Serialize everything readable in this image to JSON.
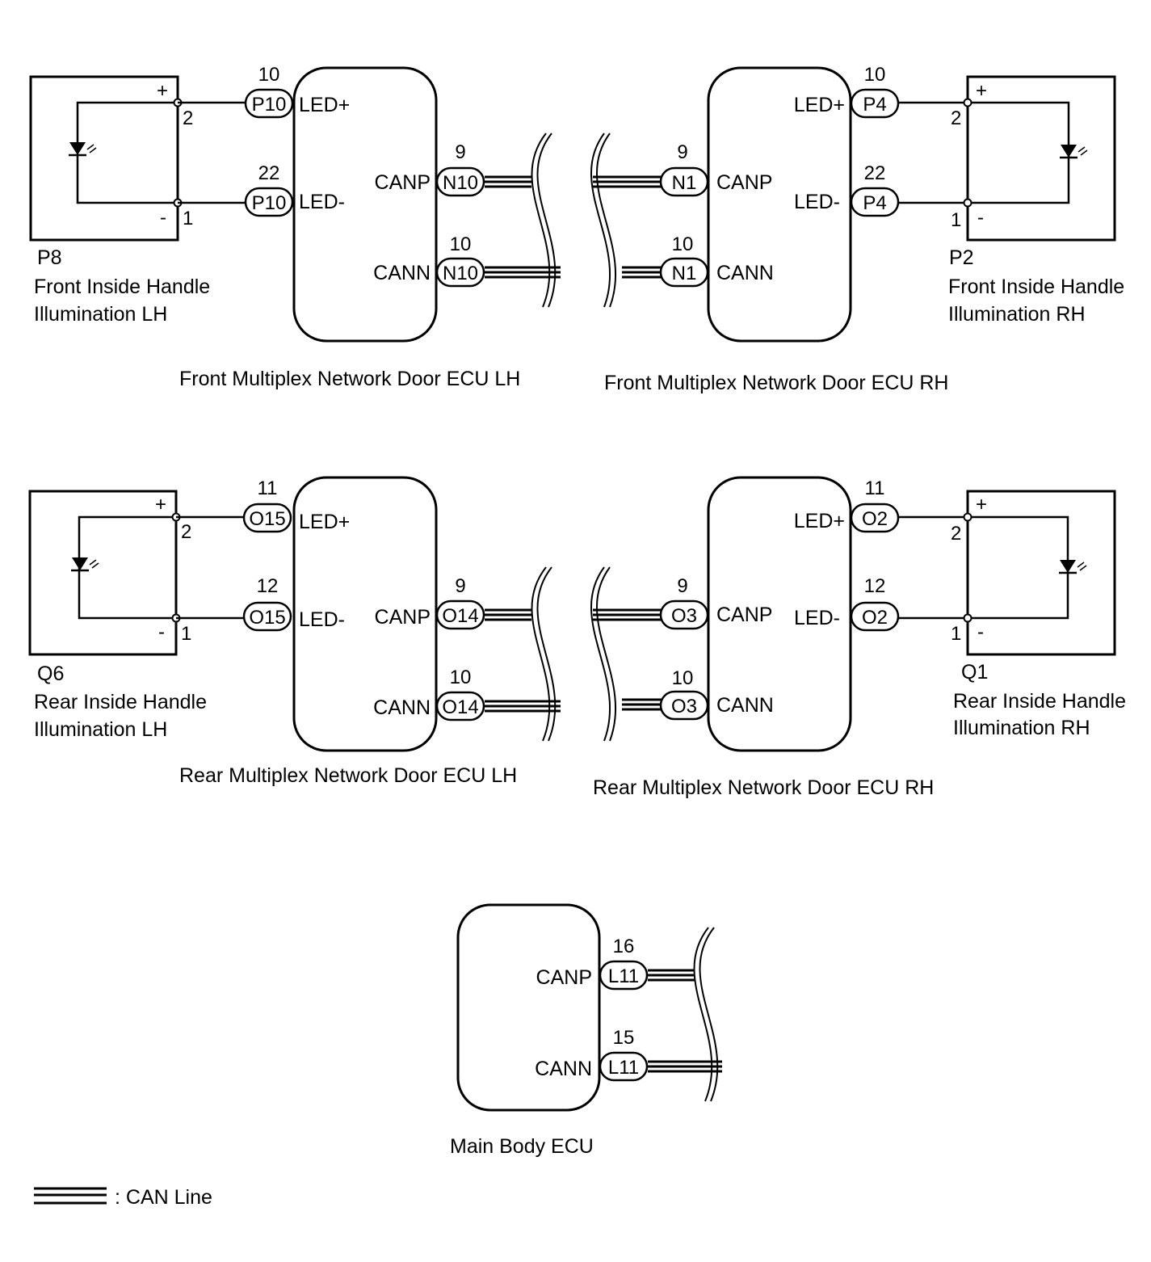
{
  "lamps": {
    "p8": {
      "code": "P8",
      "name_line1": "Front Inside Handle",
      "name_line2": "Illumination LH",
      "plus": "+",
      "minus": "-",
      "pin_top": "2",
      "pin_bottom": "1"
    },
    "p2": {
      "code": "P2",
      "name_line1": "Front Inside Handle",
      "name_line2": "Illumination RH",
      "plus": "+",
      "minus": "-",
      "pin_top": "2",
      "pin_bottom": "1"
    },
    "q6": {
      "code": "Q6",
      "name_line1": "Rear Inside Handle",
      "name_line2": "Illumination LH",
      "plus": "+",
      "minus": "-",
      "pin_top": "2",
      "pin_bottom": "1"
    },
    "q1": {
      "code": "Q1",
      "name_line1": "Rear Inside Handle",
      "name_line2": "Illumination RH",
      "plus": "+",
      "minus": "-",
      "pin_top": "2",
      "pin_bottom": "1"
    }
  },
  "ecus": {
    "front_lh": {
      "name": "Front Multiplex Network Door ECU LH",
      "led_plus": {
        "pin": "10",
        "connector": "P10",
        "label": "LED+"
      },
      "led_minus": {
        "pin": "22",
        "connector": "P10",
        "label": "LED-"
      },
      "canp": {
        "pin": "9",
        "connector": "N10",
        "label": "CANP"
      },
      "cann": {
        "pin": "10",
        "connector": "N10",
        "label": "CANN"
      }
    },
    "front_rh": {
      "name": "Front Multiplex Network Door ECU RH",
      "led_plus": {
        "pin": "10",
        "connector": "P4",
        "label": "LED+"
      },
      "led_minus": {
        "pin": "22",
        "connector": "P4",
        "label": "LED-"
      },
      "canp": {
        "pin": "9",
        "connector": "N1",
        "label": "CANP"
      },
      "cann": {
        "pin": "10",
        "connector": "N1",
        "label": "CANN"
      }
    },
    "rear_lh": {
      "name": "Rear Multiplex Network Door ECU LH",
      "led_plus": {
        "pin": "11",
        "connector": "O15",
        "label": "LED+"
      },
      "led_minus": {
        "pin": "12",
        "connector": "O15",
        "label": "LED-"
      },
      "canp": {
        "pin": "9",
        "connector": "O14",
        "label": "CANP"
      },
      "cann": {
        "pin": "10",
        "connector": "O14",
        "label": "CANN"
      }
    },
    "rear_rh": {
      "name": "Rear Multiplex Network Door ECU RH",
      "led_plus": {
        "pin": "11",
        "connector": "O2",
        "label": "LED+"
      },
      "led_minus": {
        "pin": "12",
        "connector": "O2",
        "label": "LED-"
      },
      "canp": {
        "pin": "9",
        "connector": "O3",
        "label": "CANP"
      },
      "cann": {
        "pin": "10",
        "connector": "O3",
        "label": "CANN"
      }
    },
    "main_body": {
      "name": "Main Body ECU",
      "canp": {
        "pin": "16",
        "connector": "L11",
        "label": "CANP"
      },
      "cann": {
        "pin": "15",
        "connector": "L11",
        "label": "CANN"
      }
    }
  },
  "legend": {
    "can_line": ": CAN Line"
  }
}
